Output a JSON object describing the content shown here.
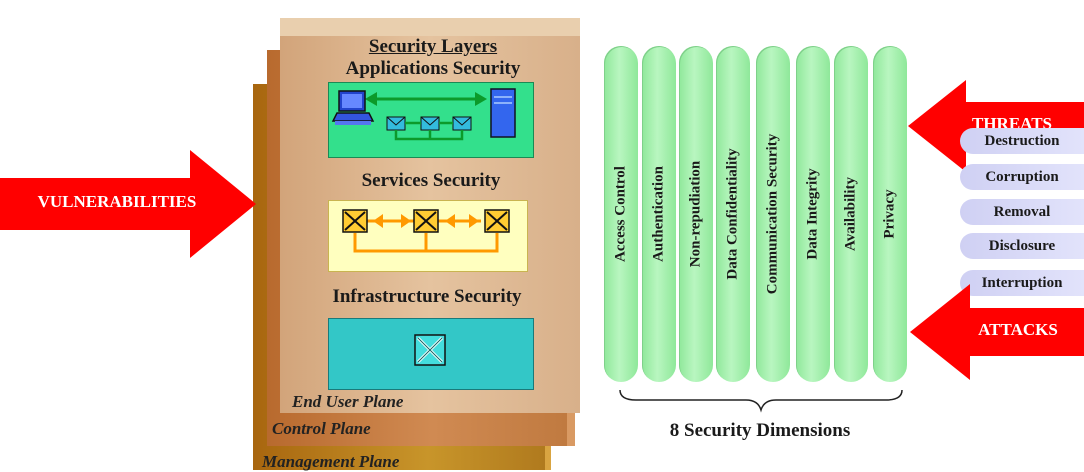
{
  "planes": {
    "management": "Management Plane",
    "control": "Control Plane",
    "end_user": "End User Plane"
  },
  "layers": {
    "heading": "Security Layers",
    "applications": "Applications Security",
    "services": "Services Security",
    "infrastructure": "Infrastructure Security"
  },
  "dimensions": {
    "items": [
      "Access Control",
      "Authentication",
      "Non-repudiation",
      "Data Confidentiality",
      "Communication Security",
      "Data Integrity",
      "Availability",
      "Privacy"
    ],
    "caption": "8 Security Dimensions"
  },
  "vulnerabilities": "VULNERABILITIES",
  "threats": {
    "label": "THREATS",
    "items": [
      "Destruction",
      "Corruption",
      "Removal",
      "Disclosure",
      "Interruption"
    ]
  },
  "attacks": "ATTACKS",
  "colors": {
    "arrow_red": "#ff0000",
    "plane_management": "#b8860b",
    "plane_control": "#cd8a4a",
    "plane_end_user": "#e0b98e",
    "applications_bg": "#33e08c",
    "services_bg": "#ffffbf",
    "infrastructure_bg": "#33c7c7",
    "dimension_green": "#a6f0ae",
    "threat_pill": "#d8d9f7"
  },
  "icons": [
    "computer-icon",
    "server-icon",
    "envelope-icon",
    "switch-icon",
    "router-icon"
  ]
}
